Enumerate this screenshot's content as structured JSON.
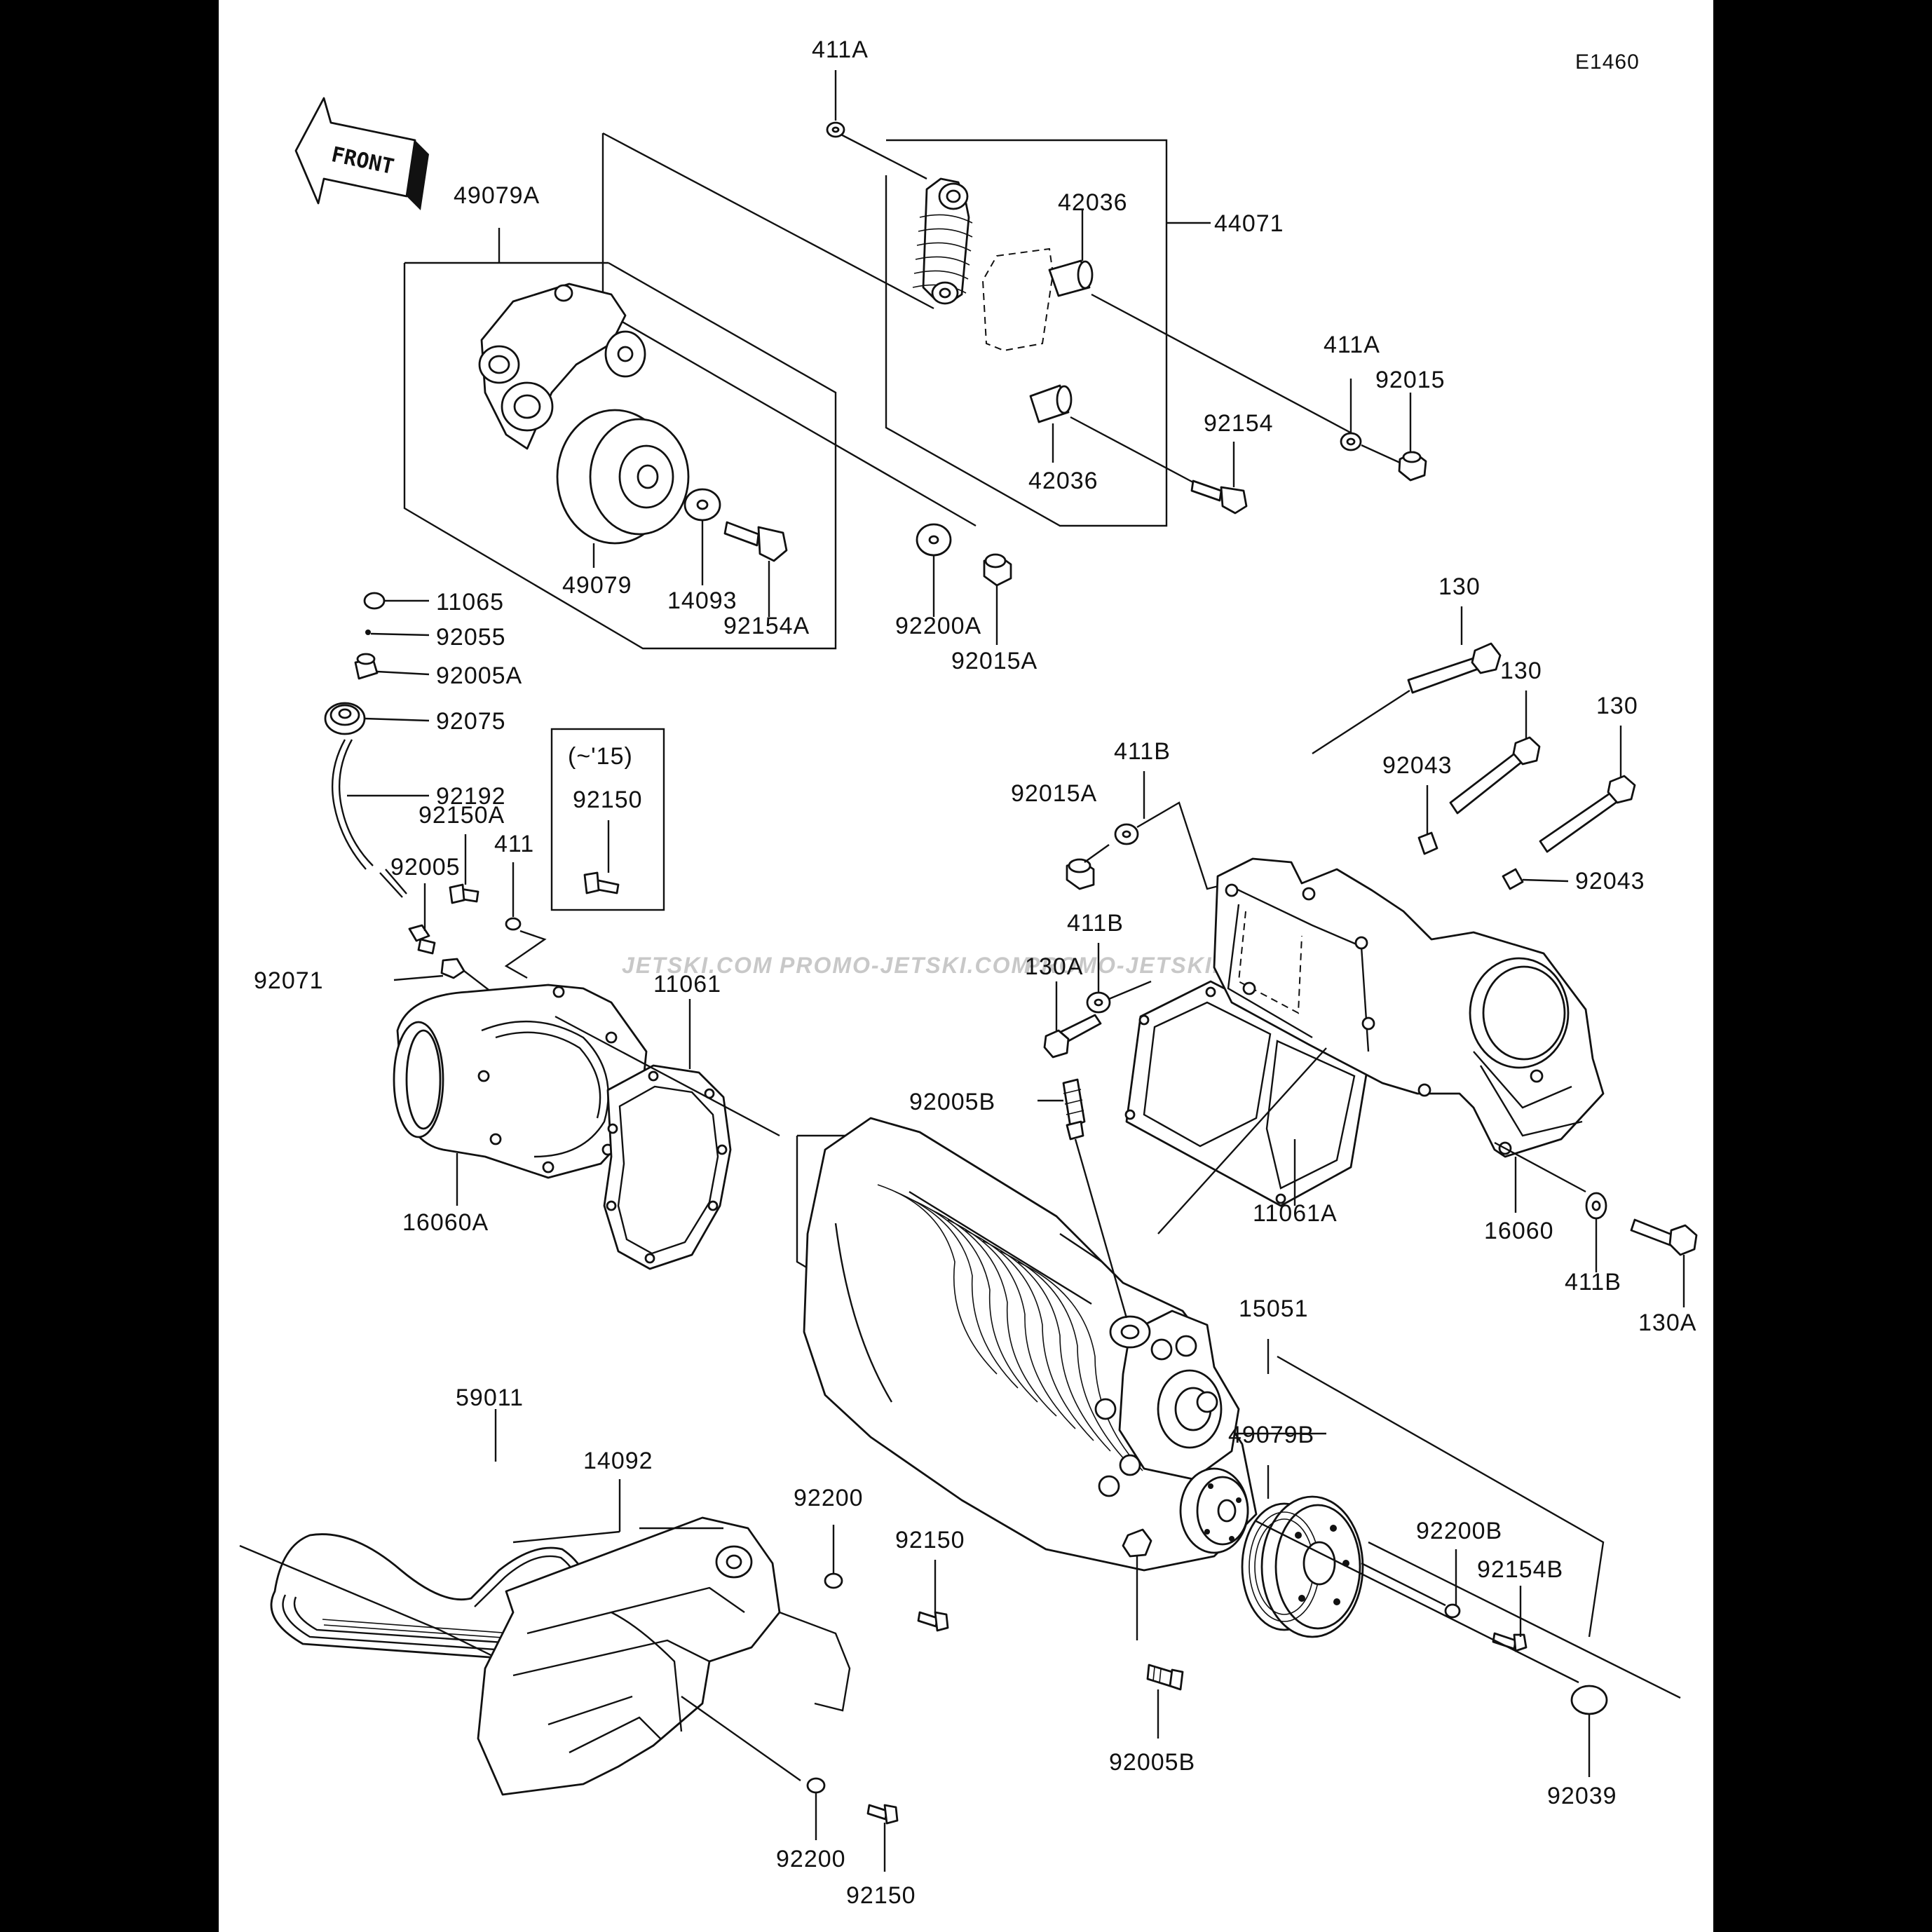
{
  "diagram_code": "E1460",
  "front_label": "FRONT",
  "watermarks": [
    "JETSKI.COM",
    "PROMO-JETSKI.COM",
    "PROMO-JETSKI.COM"
  ],
  "variant_note": "(~'15)",
  "parts": {
    "p411A_top": "411A",
    "p49079A": "49079A",
    "p42036_upper": "42036",
    "p44071": "44071",
    "p411A_right": "411A",
    "p92015": "92015",
    "p92154": "92154",
    "p42036_lower": "42036",
    "p49079": "49079",
    "p14093": "14093",
    "p92154A": "92154A",
    "p92200A": "92200A",
    "p92015A_upper": "92015A",
    "p11065": "11065",
    "p92055": "92055",
    "p92005A": "92005A",
    "p92075": "92075",
    "p92192": "92192",
    "p92150A": "92150A",
    "p411": "411",
    "p92150_box": "92150",
    "p92005": "92005",
    "p92071": "92071",
    "p11061": "11061",
    "p16060A": "16060A",
    "p130_a": "130",
    "p130_b": "130",
    "p130_c": "130",
    "p411B_a": "411B",
    "p92015A_lower": "92015A",
    "p92043_a": "92043",
    "p92043_b": "92043",
    "p411B_b": "411B",
    "p130A_a": "130A",
    "p92005B_upper": "92005B",
    "p11061A": "11061A",
    "p16060": "16060",
    "p411B_c": "411B",
    "p130A_b": "130A",
    "p15051": "15051",
    "p59011": "59011",
    "p14092": "14092",
    "p92200_a": "92200",
    "p92150_a": "92150",
    "p49079B": "49079B",
    "p92200B": "92200B",
    "p92154B": "92154B",
    "p92005B_lower": "92005B",
    "p92039": "92039",
    "p92200_b": "92200",
    "p92150_b": "92150"
  }
}
